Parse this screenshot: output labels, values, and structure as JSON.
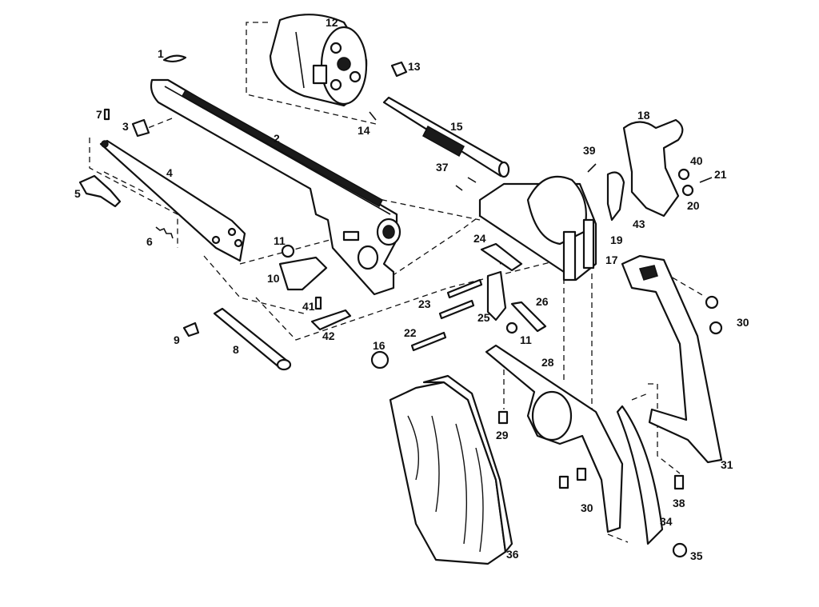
{
  "diagram": {
    "labels": {
      "p1": "1",
      "p2": "2",
      "p3": "3",
      "p4": "4",
      "p5": "5",
      "p6": "6",
      "p7": "7",
      "p8": "8",
      "p9": "9",
      "p10": "10",
      "p11a": "11",
      "p11b": "11",
      "p12": "12",
      "p13": "13",
      "p14": "14",
      "p15": "15",
      "p16": "16",
      "p17": "17",
      "p18": "18",
      "p19": "19",
      "p20": "20",
      "p21": "21",
      "p22": "22",
      "p23": "23",
      "p24": "24",
      "p25": "25",
      "p26": "26",
      "p28": "28",
      "p29": "29",
      "p30a": "30",
      "p30b": "30",
      "p31": "31",
      "p34": "34",
      "p35": "35",
      "p36": "36",
      "p37": "37",
      "p38": "38",
      "p39": "39",
      "p40": "40",
      "p41": "41",
      "p42": "42",
      "p43": "43"
    }
  }
}
